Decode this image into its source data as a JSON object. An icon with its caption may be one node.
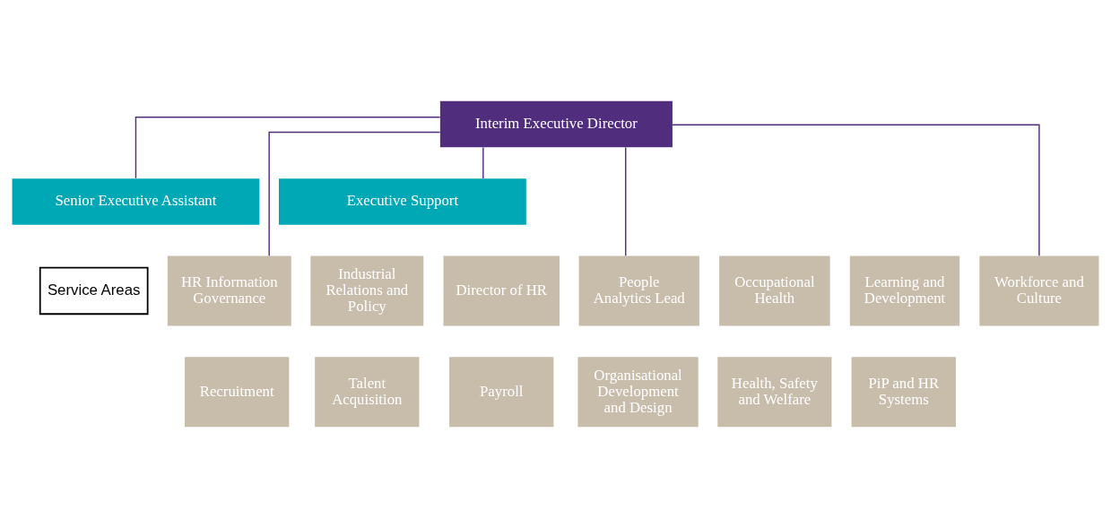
{
  "diagram": {
    "nodes": [
      {
        "text": [
          "Interim Executive Director"
        ]
      },
      {
        "text": [
          "Senior Executive Assistant"
        ]
      },
      {
        "text": [
          "Executive Support"
        ]
      },
      {
        "text": [
          "Service Areas"
        ]
      },
      {
        "text": [
          "HR Information Governance"
        ]
      },
      {
        "text": [
          "Industrial Relations and Policy"
        ]
      },
      {
        "text": [
          "Director of HR"
        ]
      },
      {
        "text": [
          "People Analytics Lead"
        ]
      },
      {
        "text": [
          "Occupational Health"
        ]
      },
      {
        "text": [
          "Learning and Development"
        ]
      },
      {
        "text": [
          "Workforce and Culture"
        ]
      },
      {
        "text": [
          "Recruitment"
        ]
      },
      {
        "text": [
          "Talent Acquisition"
        ]
      },
      {
        "text": [
          "Payroll"
        ]
      },
      {
        "text": [
          "Organisational Development and Design"
        ]
      },
      {
        "text": [
          "Health, Safety and Welfare"
        ]
      },
      {
        "text": [
          "PiP and HR Systems"
        ]
      }
    ],
    "edges": [
      {
        "from": 0,
        "to": 1,
        "arrow": "none"
      },
      {
        "from": 0,
        "to": 2,
        "arrow": "none"
      },
      {
        "from": 0,
        "to": 4,
        "arrow": "none"
      },
      {
        "from": 0,
        "to": 7,
        "arrow": "none"
      },
      {
        "from": 0,
        "to": 10,
        "arrow": "none"
      }
    ]
  }
}
